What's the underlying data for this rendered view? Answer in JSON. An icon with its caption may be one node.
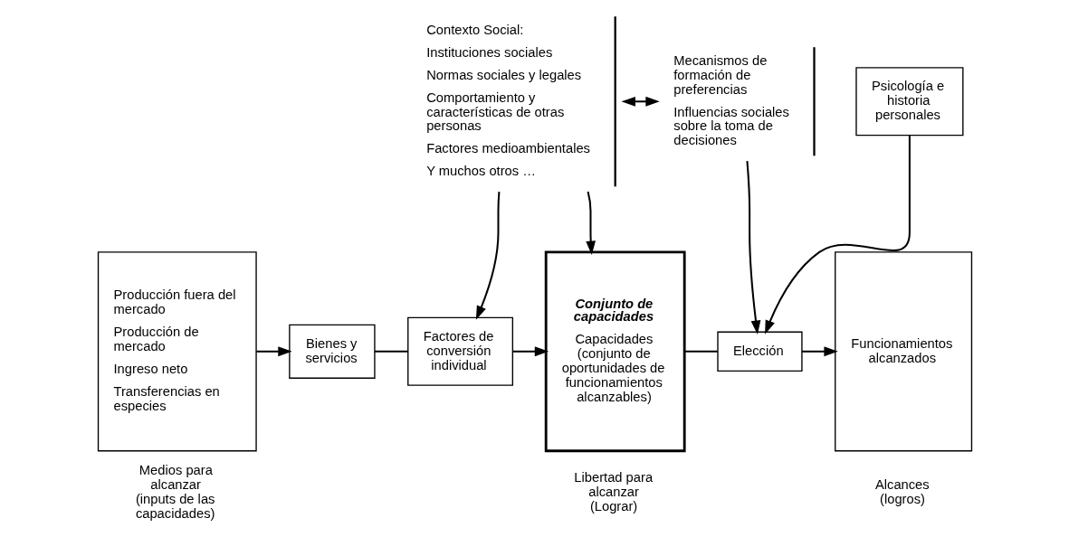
{
  "diagram": {
    "nodes": [
      {
        "text": [
          "Contexto Social:",
          "Instituciones sociales",
          "Normas sociales y legales",
          "Comportamiento y características de otras personas",
          "Factores medioambientales",
          "Y muchos otros …"
        ]
      },
      {
        "text": [
          "Mecanismos de formación de preferencias",
          "Influencias sociales sobre la toma de decisiones"
        ]
      },
      {
        "text": [
          "Psicología e historia personales"
        ]
      },
      {
        "text": [
          "Producción fuera del mercado",
          "Producción de mercado",
          "Ingreso neto",
          "Transferencias en especies"
        ],
        "beside": [
          "Medios para alcanzar (inputs de las capacidades)"
        ]
      },
      {
        "text": [
          "Bienes y servicios"
        ]
      },
      {
        "text": [
          "Factores de conversión individual"
        ]
      },
      {
        "text": [
          "Conjunto de capacidades",
          "Capacidades (conjunto de oportunidades de funcionamientos alcanzables)"
        ],
        "beside": [
          "Libertad para alcanzar (Lograr)"
        ]
      },
      {
        "text": [
          "Elección"
        ]
      },
      {
        "text": [
          "Funcionamientos alcanzados"
        ],
        "beside": [
          "Alcances (logros)"
        ]
      }
    ],
    "edges": [
      {
        "from": 0,
        "to": 1,
        "arrow": "both"
      },
      {
        "from": 0,
        "to": 5,
        "arrow": "to"
      },
      {
        "from": 0,
        "to": 6,
        "arrow": "to"
      },
      {
        "from": 1,
        "to": 7,
        "arrow": "to"
      },
      {
        "from": 2,
        "to": 7,
        "arrow": "to"
      },
      {
        "from": 3,
        "to": 4,
        "arrow": "to"
      },
      {
        "from": 4,
        "to": 5,
        "arrow": "none"
      },
      {
        "from": 5,
        "to": 6,
        "arrow": "to"
      },
      {
        "from": 6,
        "to": 7,
        "arrow": "none"
      },
      {
        "from": 7,
        "to": 8,
        "arrow": "to"
      }
    ]
  }
}
